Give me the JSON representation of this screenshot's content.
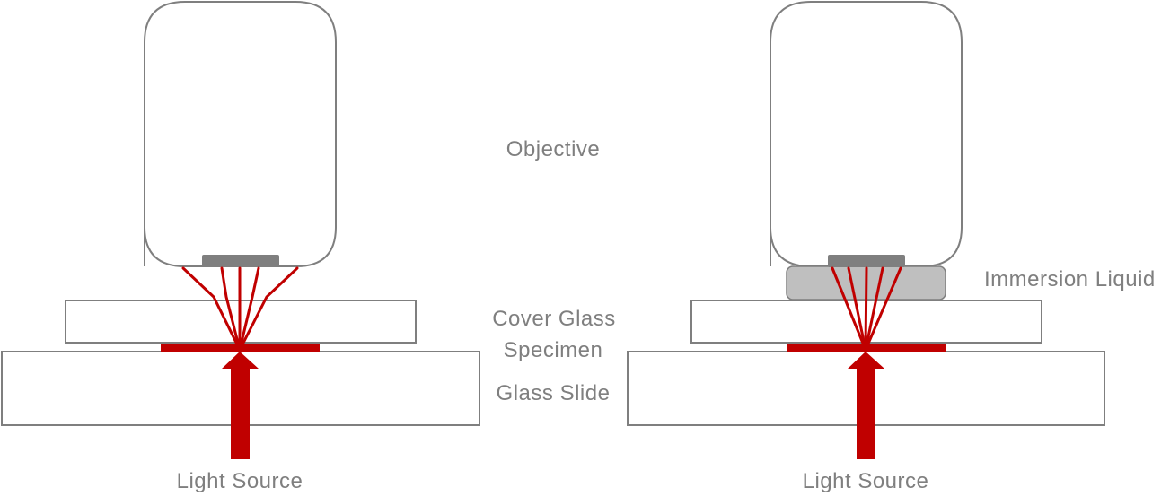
{
  "title": "Dry vs. immersion objective light path comparison",
  "colors": {
    "outline": "#7f7f7f",
    "lens": "#7f7f7f",
    "light": "#c00000",
    "immersion_liquid": "#bfbfbf",
    "label_text": "#7f7f7f"
  },
  "labels": {
    "objective": "Objective",
    "immersion_liquid": "Immersion Liquid",
    "cover_glass": "Cover Glass",
    "specimen": "Specimen",
    "glass_slide": "Glass Slide",
    "light_source_left": "Light Source",
    "light_source_right": "Light Source"
  },
  "panels": [
    {
      "name": "dry-objective",
      "has_immersion_liquid": false,
      "ray_count": 5,
      "rays_refracted_at_cover_glass": true
    },
    {
      "name": "immersion-objective",
      "has_immersion_liquid": true,
      "ray_count": 5,
      "rays_refracted_at_cover_glass": false
    }
  ]
}
